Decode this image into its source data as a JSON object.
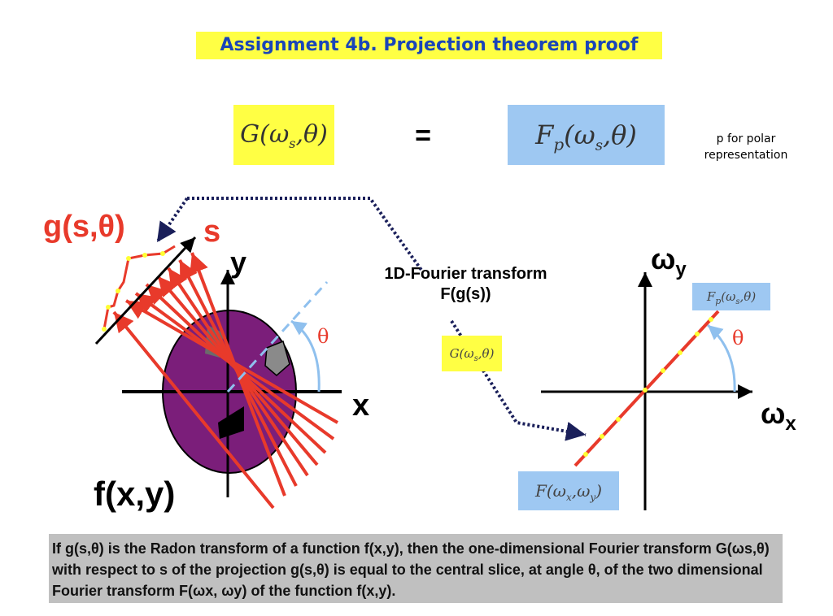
{
  "title": "Assignment 4b.  Projection theorem proof",
  "equation": {
    "left": "G(ω_s,θ)",
    "equals": "=",
    "right": "F_p(ω_s,θ)",
    "note": "p for polar representation"
  },
  "left_diagram": {
    "projection_label": "g(s,θ)",
    "s_label": "s",
    "y_label": "y",
    "x_label": "x",
    "theta_label": "θ",
    "function_label": "f(x,y)"
  },
  "middle": {
    "transform_label": "1D-Fourier transform F(g(s))",
    "g_box": "G(ω_s,θ)"
  },
  "right_diagram": {
    "wy_label": "ωy",
    "wx_label": "ωx",
    "theta_label": "θ",
    "fp_box": "F_p(ω_s,θ)",
    "f_box": "F(ω_x,ω_y)"
  },
  "caption": "If g(s,θ) is the Radon transform of a function f(x,y), then the one-dimensional Fourier transform G(ωs,θ) with respect to s of the projection g(s,θ) is equal to the central slice, at angle θ, of the two dimensional Fourier transform F(ωx, ωy) of the function f(x,y).",
  "colors": {
    "title_text": "#1a45b8",
    "highlight_yellow": "#ffff44",
    "highlight_blue": "#9ec8f2",
    "ray_red": "#e83a2b",
    "object_purple": "#7b1e7a",
    "dotted_navy": "#1a1f5a",
    "theta_blue": "#8fc0ee",
    "caption_bg": "#c0c0c0"
  }
}
